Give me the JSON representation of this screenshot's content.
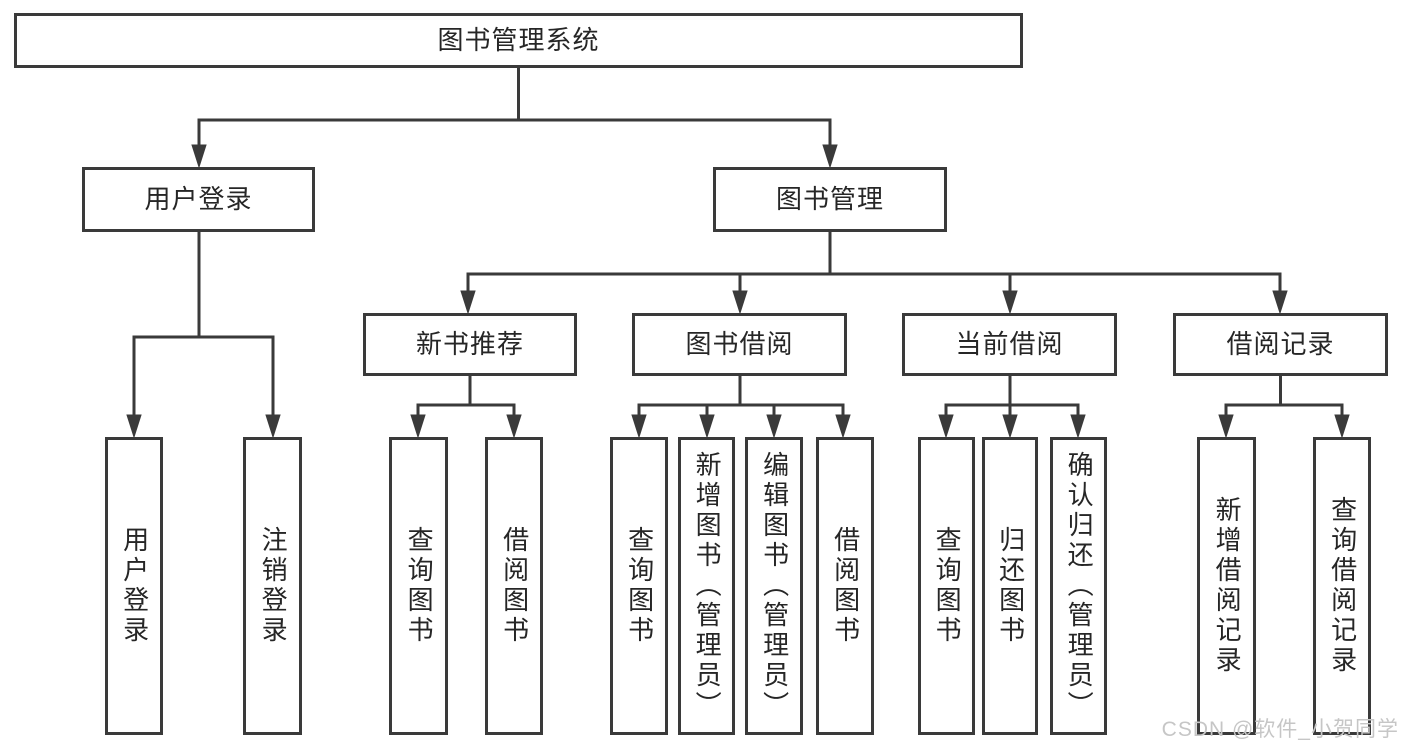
{
  "diagram": {
    "root": {
      "label": "图书管理系统"
    },
    "branches": [
      {
        "label": "用户登录",
        "children": [
          {
            "label": "用户登录"
          },
          {
            "label": "注销登录"
          }
        ]
      },
      {
        "label": "图书管理",
        "children": [
          {
            "label": "新书推荐",
            "children": [
              {
                "label": "查询图书"
              },
              {
                "label": "借阅图书"
              }
            ]
          },
          {
            "label": "图书借阅",
            "children": [
              {
                "label": "查询图书"
              },
              {
                "label": "新增图书（管理员）"
              },
              {
                "label": "编辑图书（管理员）"
              },
              {
                "label": "借阅图书"
              }
            ]
          },
          {
            "label": "当前借阅",
            "children": [
              {
                "label": "查询图书"
              },
              {
                "label": "归还图书"
              },
              {
                "label": "确认归还（管理员）"
              }
            ]
          },
          {
            "label": "借阅记录",
            "children": [
              {
                "label": "新增借阅记录"
              },
              {
                "label": "查询借阅记录"
              }
            ]
          }
        ]
      }
    ]
  },
  "watermark": {
    "text": "CSDN @软件_小贺同学"
  },
  "colors": {
    "line": "#3a3a3a",
    "text": "#262626",
    "watermark": "#c6c6c6",
    "background": "#ffffff"
  }
}
